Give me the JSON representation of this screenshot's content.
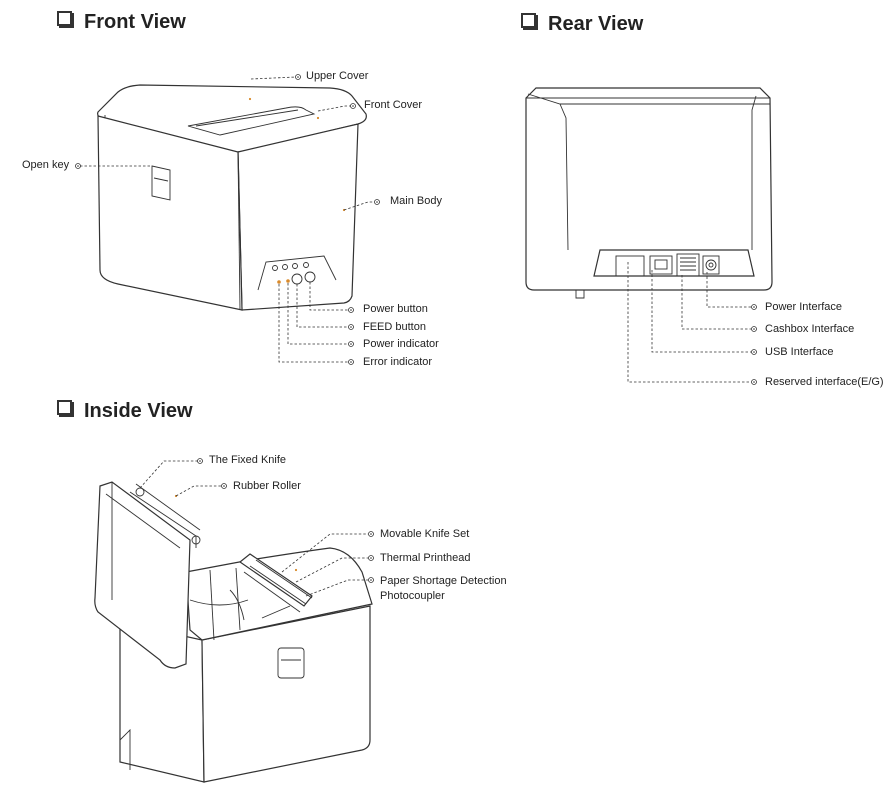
{
  "headings": {
    "front": "Front View",
    "rear": "Rear View",
    "inside": "Inside View"
  },
  "front_labels": {
    "upper_cover": "Upper Cover",
    "front_cover": "Front Cover",
    "open_key": "Open key",
    "main_body": "Main Body",
    "power_button": "Power button",
    "feed_button": "FEED button",
    "power_indicator": "Power  indicator",
    "error_indicator": "Error indicator"
  },
  "rear_labels": {
    "power_interface": "Power Interface",
    "cashbox_interface": "Cashbox Interface",
    "usb_interface": "USB Interface",
    "reserved_interface": "Reserved interface(E/G)"
  },
  "inside_labels": {
    "fixed_knife": "The Fixed Knife",
    "rubber_roller": "Rubber Roller",
    "movable_knife": "Movable Knife Set",
    "thermal_printhead": "Thermal Printhead",
    "paper_shortage_1": "Paper Shortage Detection",
    "paper_shortage_2": "Photocoupler"
  },
  "colors": {
    "line": "#333333",
    "accent": "#d98a2b"
  }
}
